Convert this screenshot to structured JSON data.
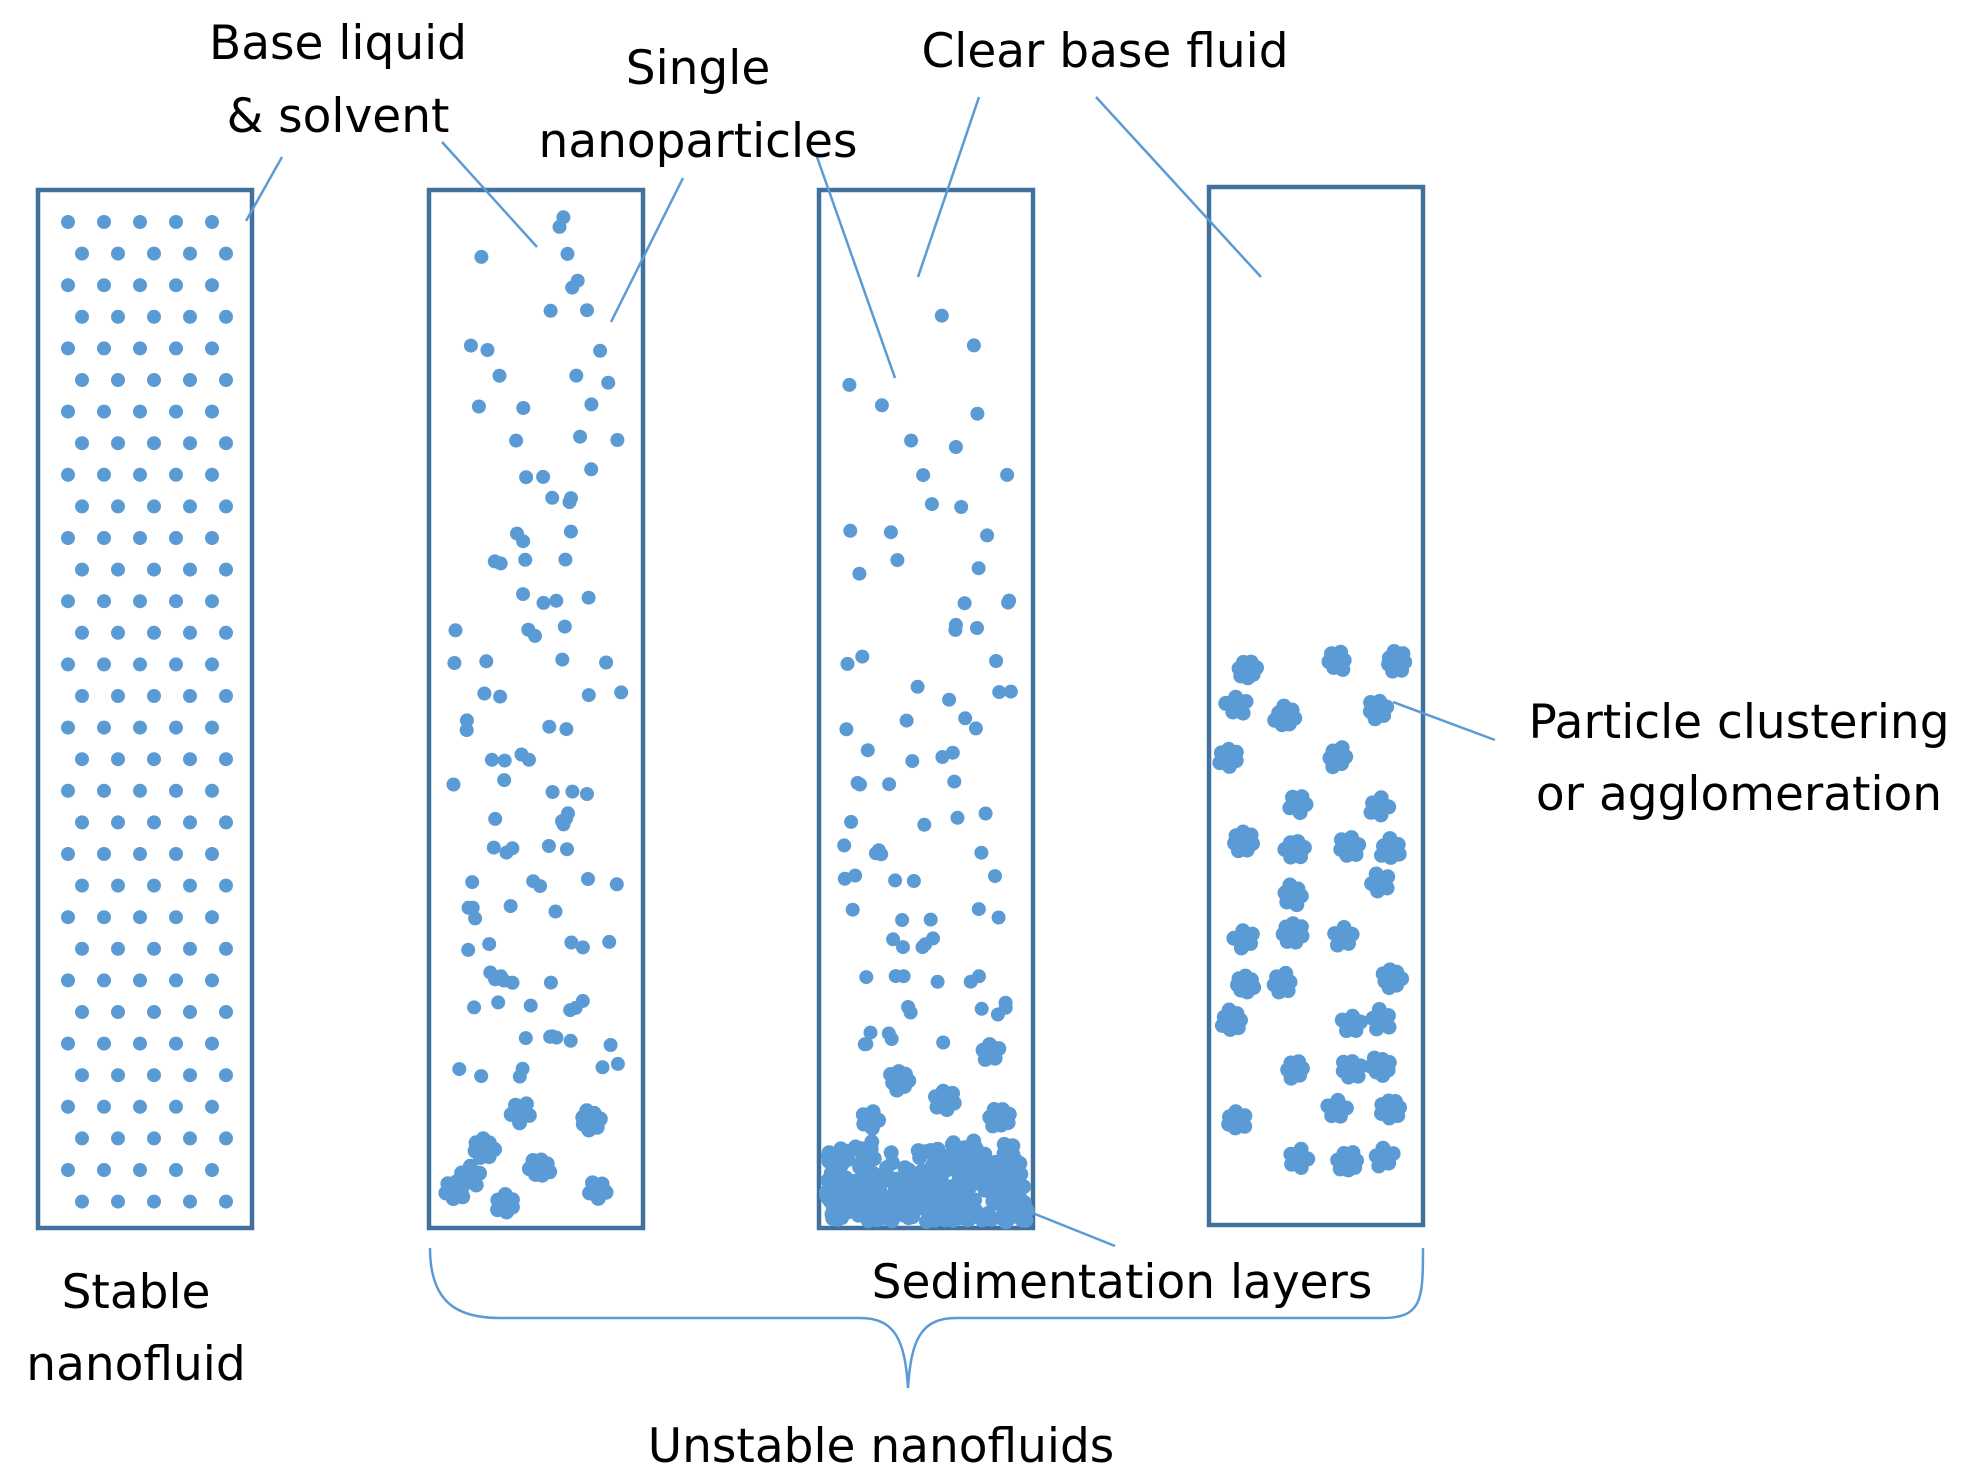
{
  "colors": {
    "particle": "#5B9BD5",
    "tube_border": "#41719C",
    "line": "#5B9BD5",
    "text": "#000000"
  },
  "labels": {
    "base_liquid": [
      "Base liquid",
      "& solvent"
    ],
    "single_nanoparticles": [
      "Single",
      "nanoparticles"
    ],
    "clear_base_fluid": "Clear base fluid",
    "particle_clustering": [
      "Particle clustering",
      "or agglomeration"
    ],
    "stable_nanofluid": [
      "Stable",
      "nanofluid"
    ],
    "sedimentation_layers": "Sedimentation layers",
    "unstable_nanofluids": "Unstable nanofluids"
  }
}
